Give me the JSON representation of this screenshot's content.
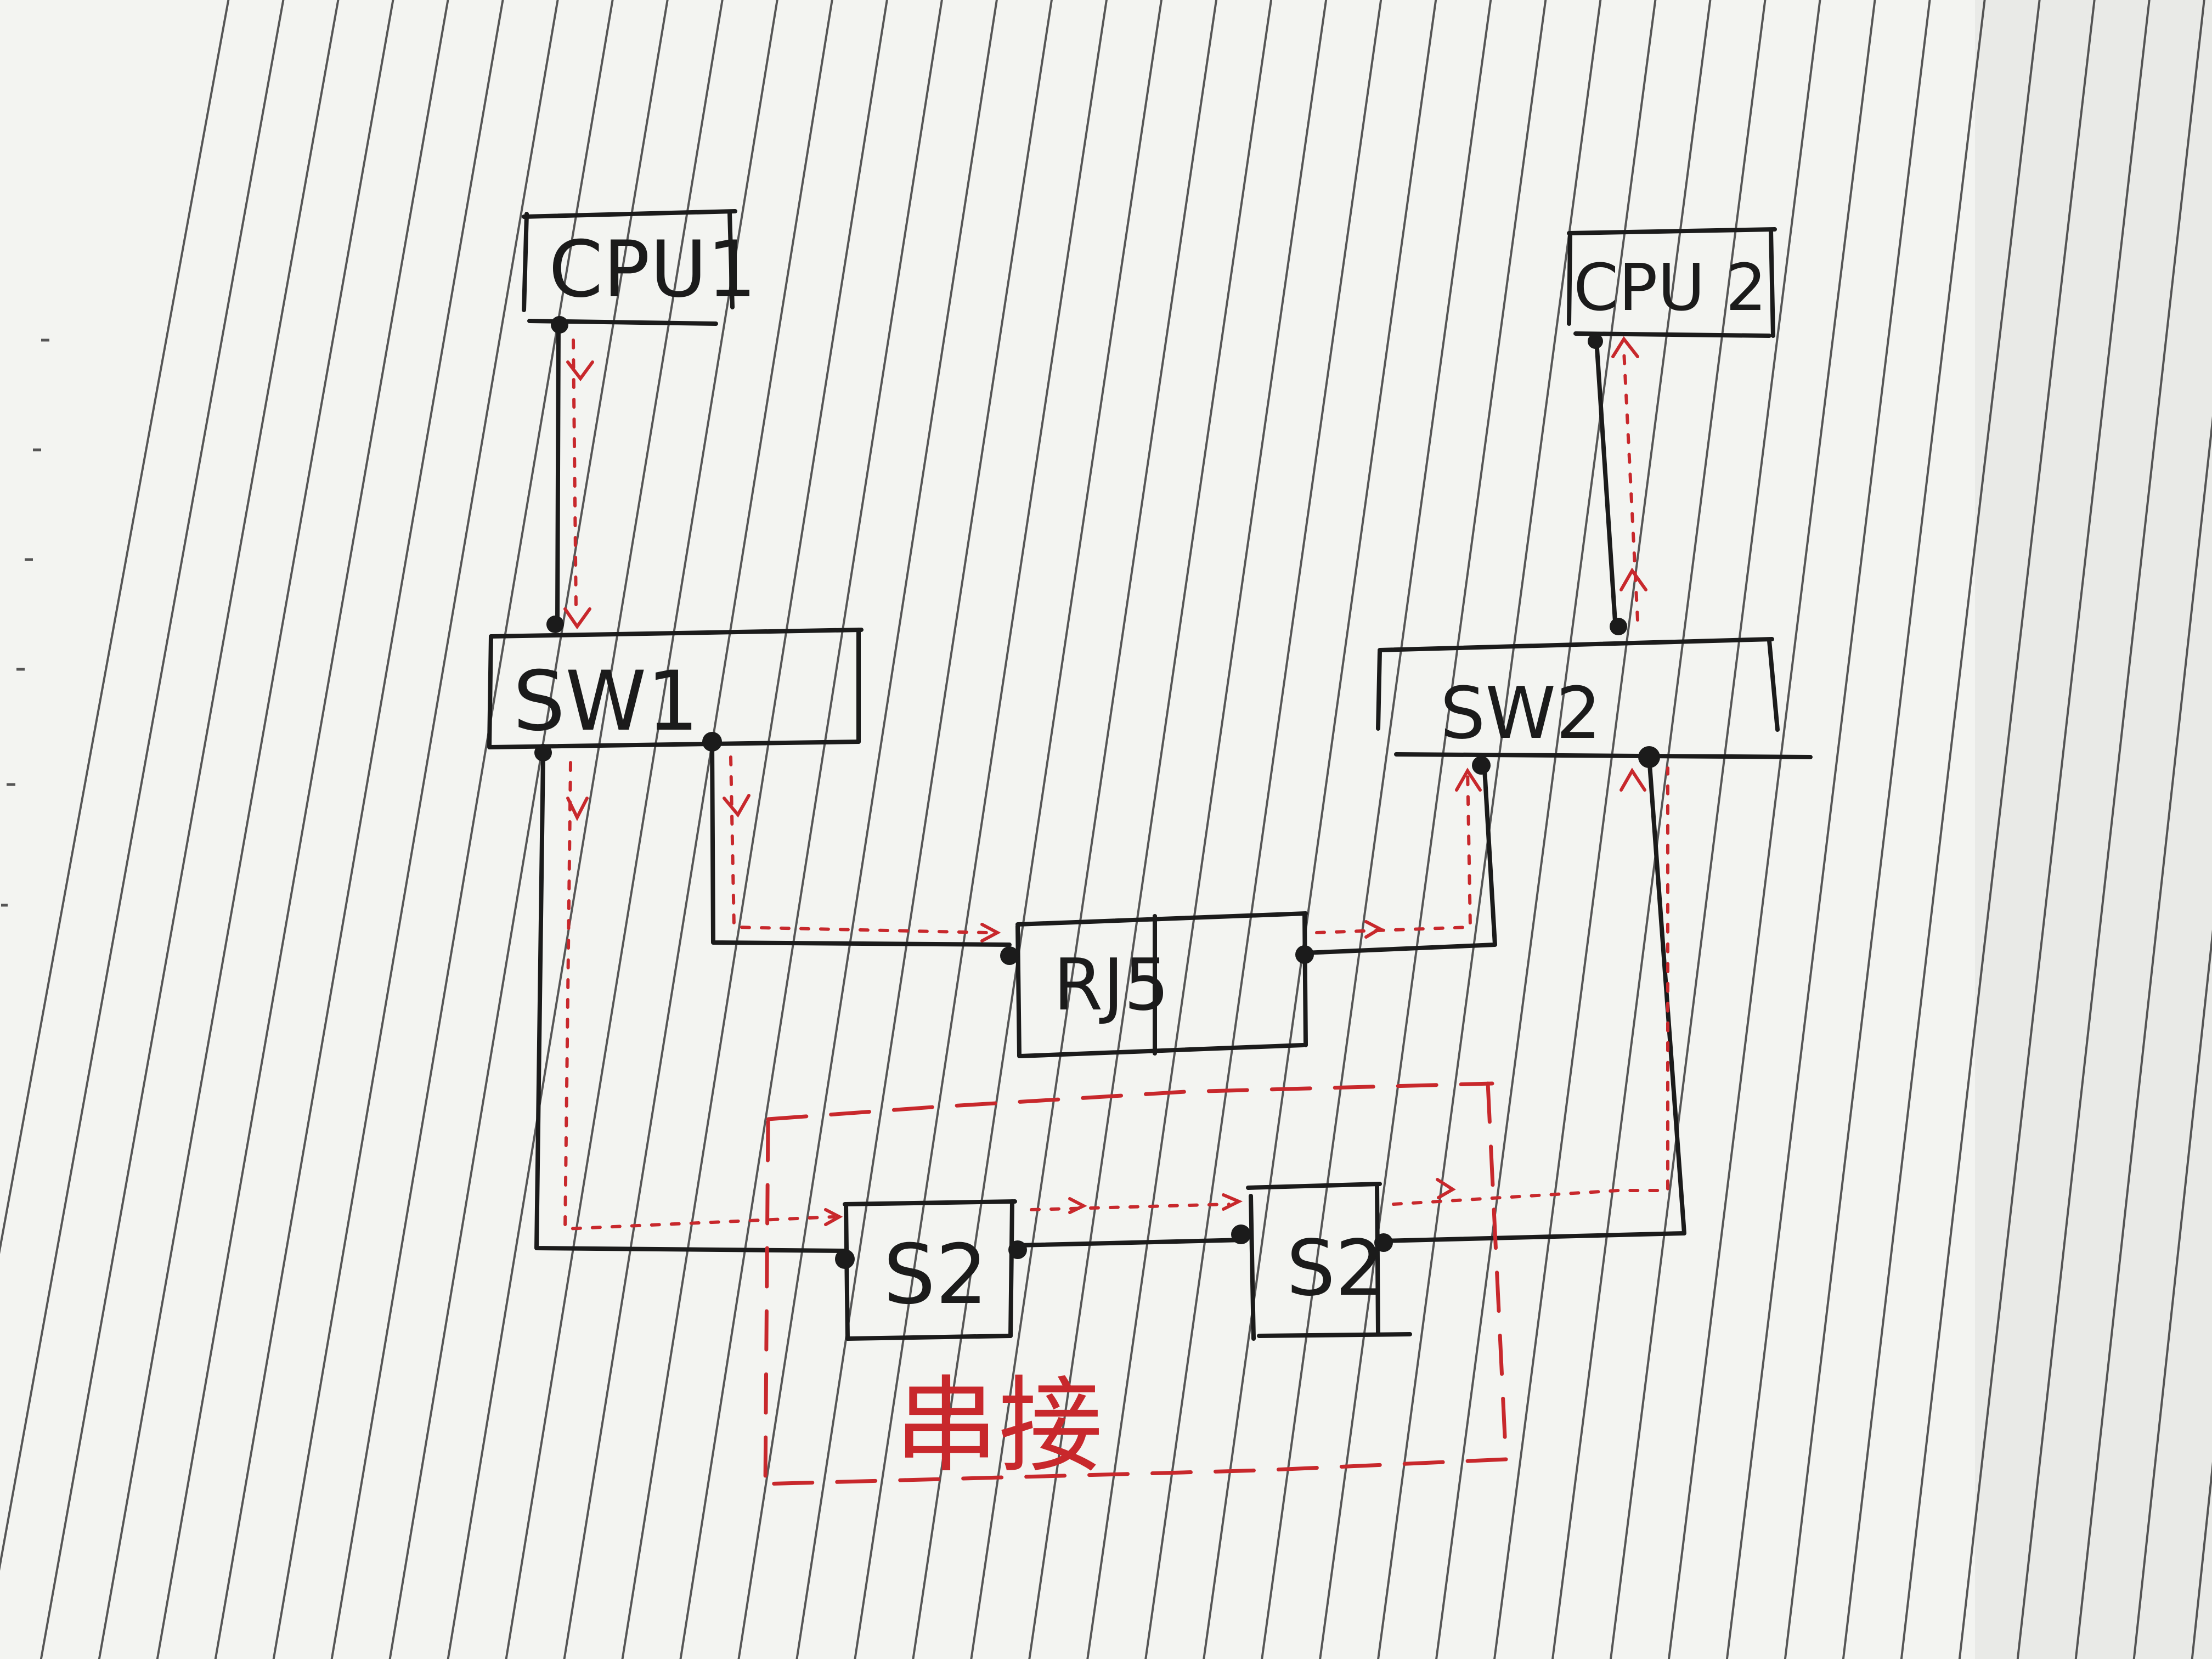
{
  "diagram": {
    "nodes": {
      "cpu1": "CPU1",
      "cpu2": "CPU 2",
      "sw1": "SW1",
      "sw2": "SW2",
      "rj": "RJ5",
      "s2_left": "S2",
      "s2_right": "S2"
    },
    "group_label": "串接"
  },
  "colors": {
    "paper": "#f3f4f1",
    "ink": "#1b1b1b",
    "red_ink": "#c8282c",
    "rule_line": "#3b3b3b"
  }
}
